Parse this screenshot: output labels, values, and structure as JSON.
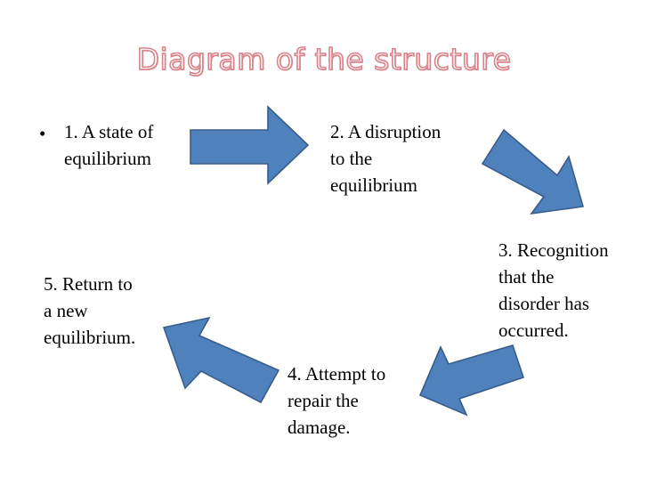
{
  "title": "Diagram of the structure",
  "steps": [
    {
      "text": "1. A state of\nequilibrium"
    },
    {
      "text": "2. A disruption\nto the\nequilibrium"
    },
    {
      "text": "3. Recognition\nthat the\ndisorder has\noccurred."
    },
    {
      "text": "4. Attempt to\nrepair the\ndamage."
    },
    {
      "text": "5. Return to\na new\nequilibrium."
    }
  ],
  "bullet": "•",
  "colors": {
    "arrow_fill": "#4f81bd",
    "arrow_stroke": "#385d8a",
    "title_outline": "#d9828a"
  }
}
